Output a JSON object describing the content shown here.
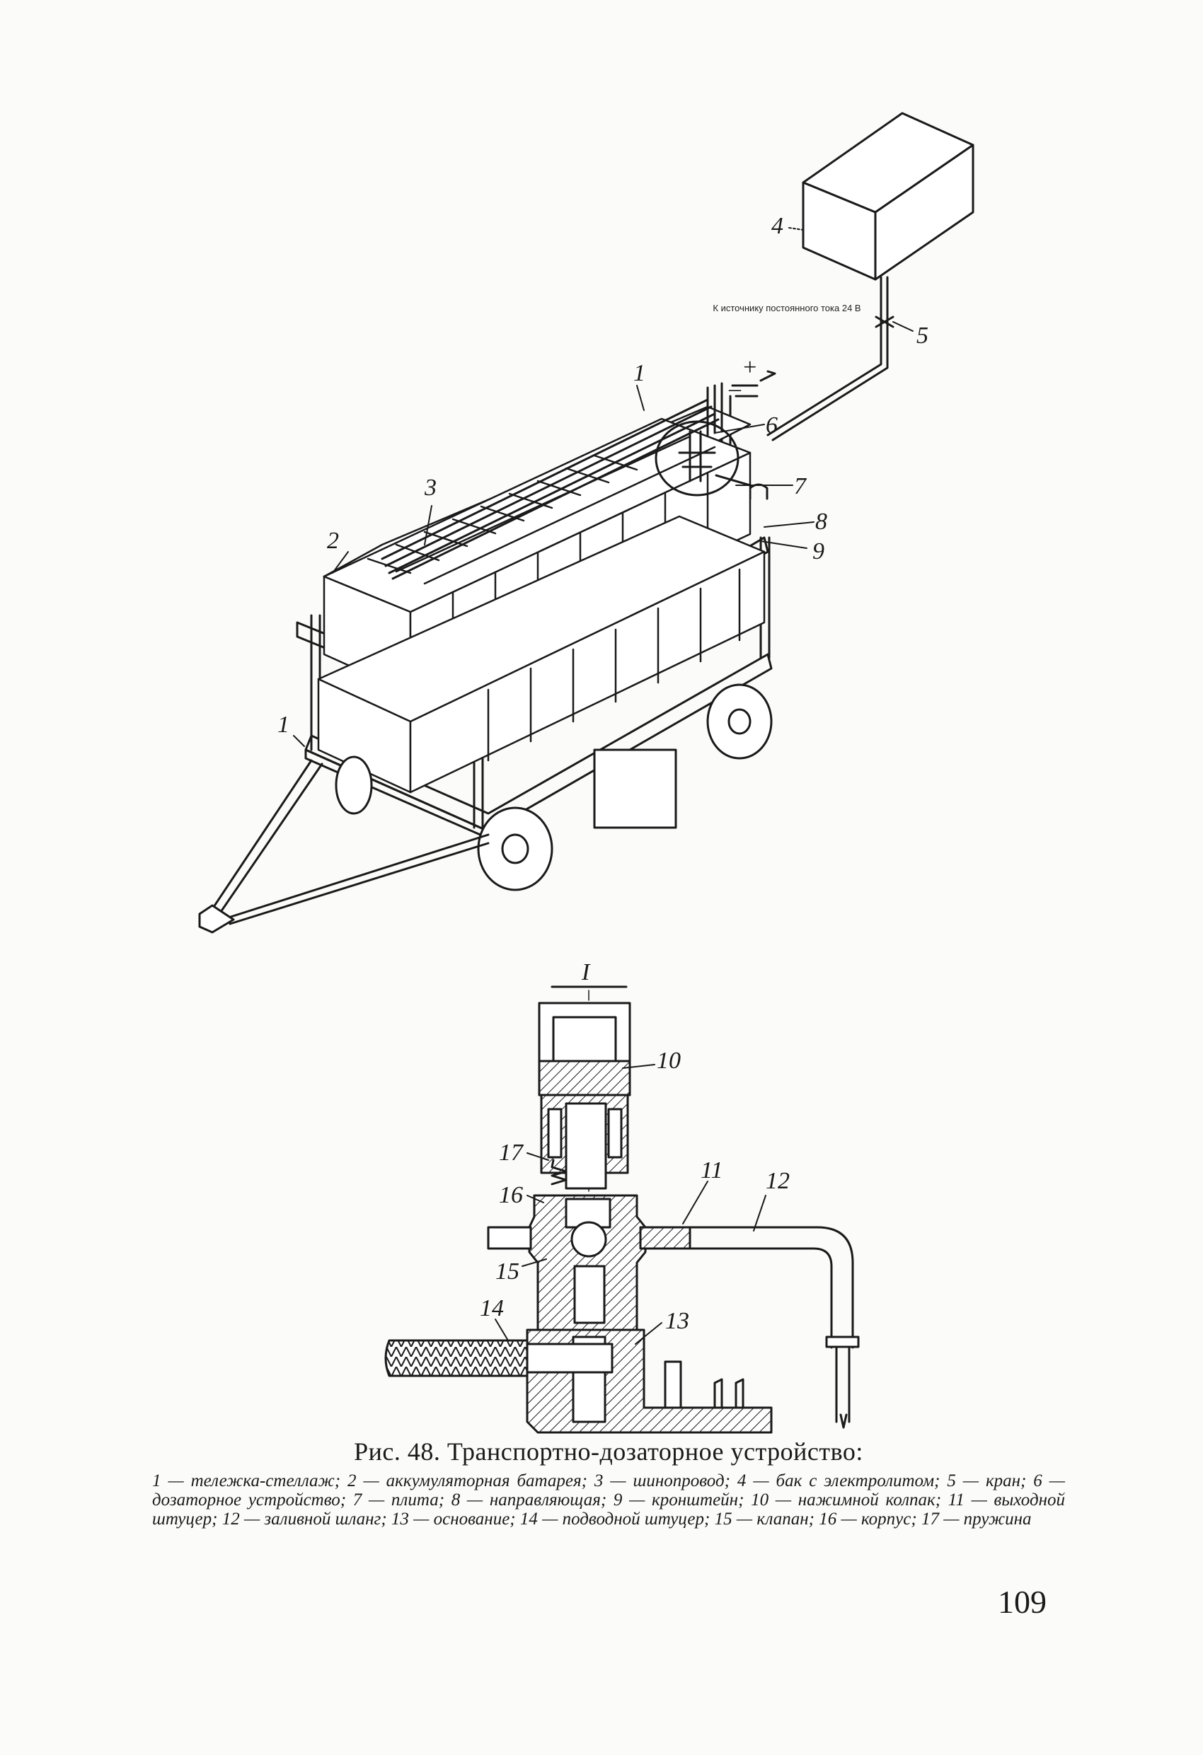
{
  "figure": {
    "callout_box": "К источнику постоянного тока 24 В",
    "polarity_plus": "+",
    "polarity_minus": "–",
    "upper_labels": [
      "1",
      "2",
      "3",
      "4",
      "5",
      "6",
      "7",
      "8",
      "9",
      "1"
    ],
    "detail_mark": "I",
    "lower_labels": [
      "10",
      "11",
      "12",
      "13",
      "14",
      "15",
      "16",
      "17"
    ]
  },
  "caption": {
    "title": "Рис. 48. Транспортно-дозаторное устройство:",
    "legend": "1 — тележка-стеллаж; 2 — аккумуляторная батарея; 3 — шинопровод; 4 — бак с электролитом; 5 — кран; 6 — дозаторное устройство; 7 — плита; 8 — направляющая; 9 — кронштейн; 10 — нажимной колпак; 11 — выходной штуцер; 12 — заливной шланг; 13 — основание; 14 — подводной штуцер; 15 — клапан; 16 — корпус; 17 — пружина"
  },
  "page_number": "109"
}
